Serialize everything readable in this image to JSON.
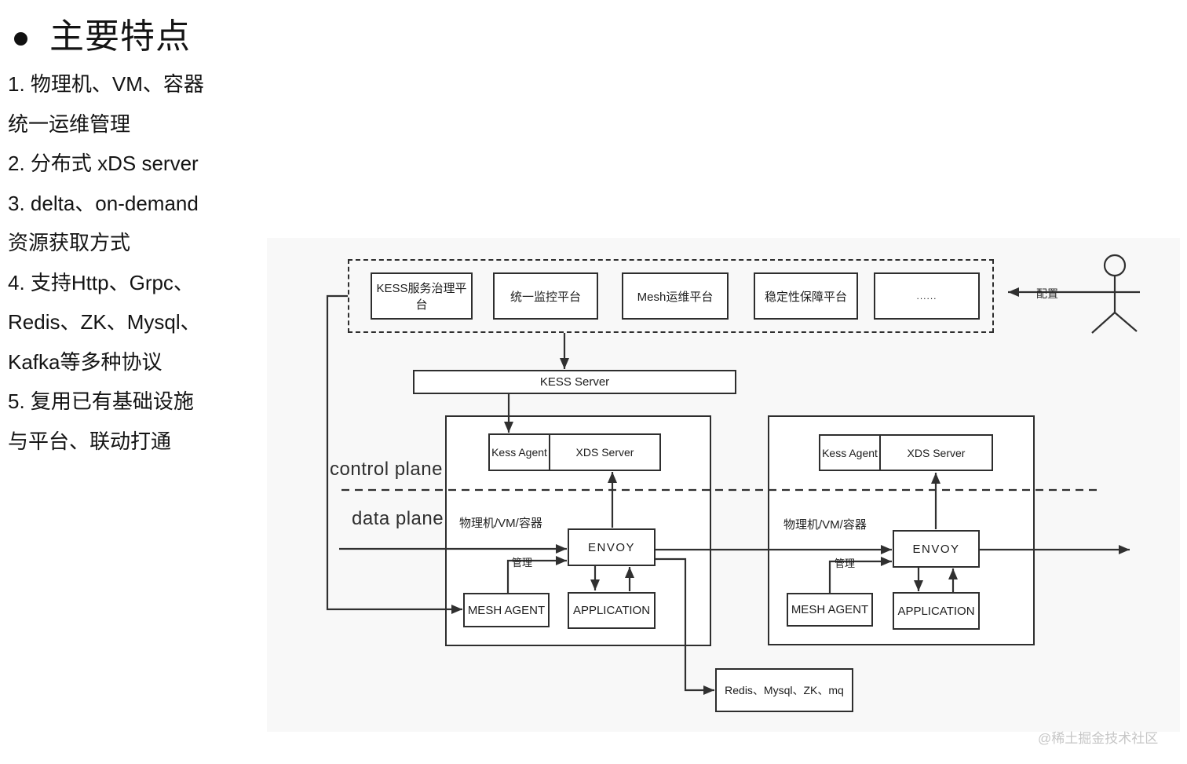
{
  "features": {
    "title": "主要特点",
    "lines": [
      "1. 物理机、VM、容器",
      "统一运维管理",
      "2. 分布式 xDS server",
      "3. delta、on-demand",
      "资源获取方式",
      "4. 支持Http、Grpc、",
      "Redis、ZK、Mysql、",
      "Kafka等多种协议",
      "5. 复用已有基础设施",
      "与平台、联动打通"
    ]
  },
  "diagram": {
    "platforms": [
      {
        "label": "KESS服务治理平台"
      },
      {
        "label": "统一监控平台"
      },
      {
        "label": "Mesh运维平台"
      },
      {
        "label": "稳定性保障平台"
      },
      {
        "label": "......"
      }
    ],
    "kess_server": "KESS Server",
    "config_label": "配置",
    "plane_labels": {
      "control": "control plane",
      "data": "data plane"
    },
    "clusters": {
      "left": {
        "kess_agent": "Kess Agent",
        "xds_server": "XDS Server",
        "host": "物理机/VM/容器",
        "envoy": "ENVOY",
        "manage": "管理",
        "mesh_agent": "MESH AGENT",
        "application": "APPLICATION"
      },
      "right": {
        "kess_agent": "Kess Agent",
        "xds_server": "XDS Server",
        "host": "物理机/VM/容器",
        "envoy": "ENVOY",
        "manage": "管理",
        "mesh_agent": "MESH AGENT",
        "application": "APPLICATION"
      }
    },
    "backend": "Redis、Mysql、ZK、mq"
  },
  "page": {
    "watermark": "@稀土掘金技术社区"
  },
  "colors": {
    "line": "#303030",
    "panel": "#f8f8f8",
    "box_border": "#2e2e2e",
    "watermark": "#c6c6c6"
  }
}
